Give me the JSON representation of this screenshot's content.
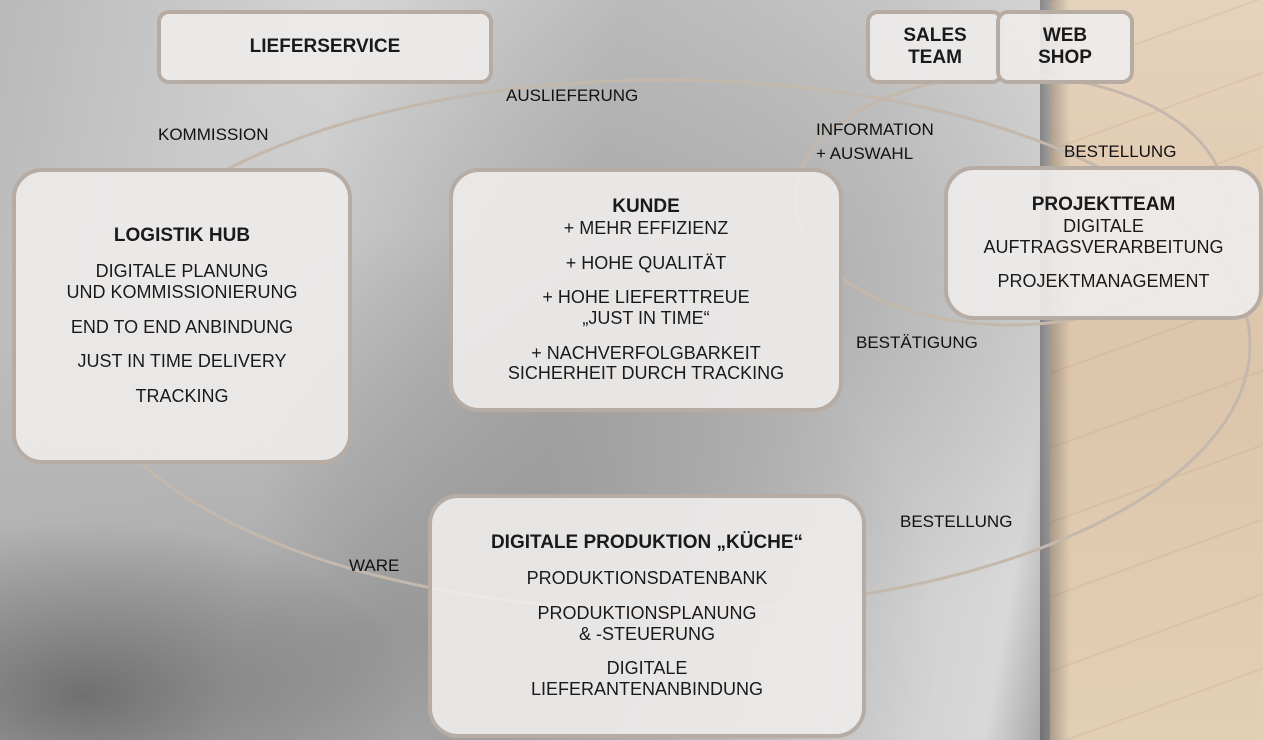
{
  "top_boxes": {
    "lieferservice": "LIEFERSERVICE",
    "sales_team_line1": "SALES",
    "sales_team_line2": "TEAM",
    "web_shop_line1": "WEB",
    "web_shop_line2": "SHOP"
  },
  "logistik_hub": {
    "title": "LOGISTIK HUB",
    "items": [
      "DIGITALE PLANUNG",
      "UND KOMMISSIONIERUNG",
      "END TO END ANBINDUNG",
      "JUST IN TIME DELIVERY",
      "TRACKING"
    ]
  },
  "kunde": {
    "title": "KUNDE",
    "items": [
      "+ MEHR EFFIZIENZ",
      "+ HOHE QUALITÄT",
      "+ HOHE LIEFERTTREUE",
      "„JUST IN TIME“",
      "+ NACHVERFOLGBARKEIT",
      "SICHERHEIT DURCH TRACKING"
    ]
  },
  "projektteam": {
    "title": "PROJEKTTEAM",
    "items": [
      "DIGITALE",
      "AUFTRAGSVERARBEITUNG",
      "PROJEKTMANAGEMENT"
    ]
  },
  "produktion": {
    "title": "DIGITALE PRODUKTION „KÜCHE“",
    "items": [
      "PRODUKTIONSDATENBANK",
      "PRODUKTIONSPLANUNG",
      "& -STEUERUNG",
      "DIGITALE",
      "LIEFERANTENANBINDUNG"
    ]
  },
  "flow_labels": {
    "auslieferung": "AUSLIEFERUNG",
    "kommission": "KOMMISSION",
    "information_line1": "INFORMATION",
    "information_line2": "+ AUSWAHL",
    "bestellung_top": "BESTELLUNG",
    "bestaetigung": "BESTÄTIGUNG",
    "bestellung_bottom": "BESTELLUNG",
    "ware": "WARE"
  },
  "colors": {
    "box_border": "#b6aca3",
    "box_fill": "#eeecea",
    "arc_stroke": "#c4b8ad"
  }
}
